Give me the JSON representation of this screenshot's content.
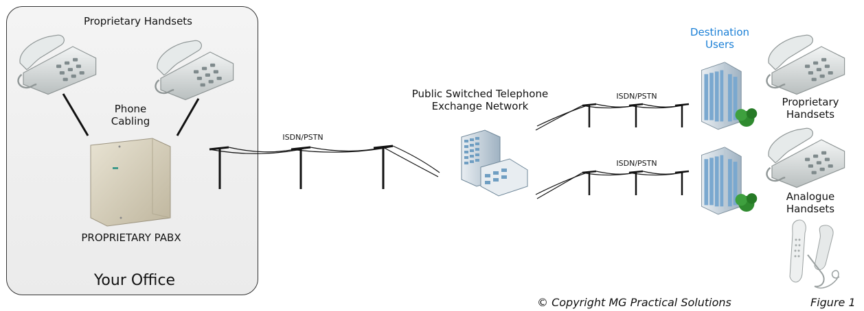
{
  "office": {
    "title": "Your Office",
    "handsets_label": "Proprietary Handsets",
    "cabling_label": "Phone Cabling",
    "pabx_label": "PROPRIETARY PABX"
  },
  "network": {
    "pstn_label": "Public Switched Telephone Exchange Network",
    "link_label_1": "ISDN/PSTN",
    "link_label_2": "ISDN/PSTN",
    "link_label_3": "ISDN/PSTN"
  },
  "destination": {
    "title": "Destination Users",
    "proprietary_label": "Proprietary Handsets",
    "analogue_label": "Analogue Handsets"
  },
  "footer": {
    "copyright": "© Copyright MG Practical Solutions",
    "figure": "Figure 1"
  },
  "colors": {
    "accent_blue": "#1a7fd6",
    "phone_body": "#dfe3e3",
    "building_blue": "#6f9ec2",
    "tree_green": "#2f8a2f",
    "pabx_body": "#d9d2bf"
  }
}
